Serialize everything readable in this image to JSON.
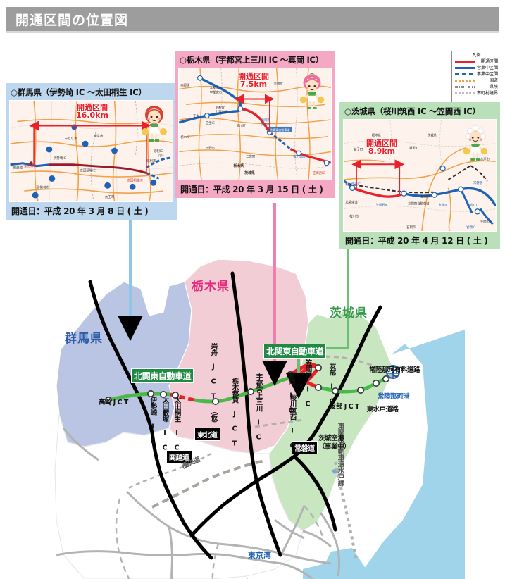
{
  "header": {
    "title": "開通区間の位置図"
  },
  "legend": {
    "title": "凡例",
    "items": [
      {
        "label": "開通区間",
        "color": "#e8212b",
        "style": "solid"
      },
      {
        "label": "営業中区間",
        "color": "#1f62b5",
        "style": "solid"
      },
      {
        "label": "事業中区間",
        "color": "#1f62b5",
        "style": "dashed"
      },
      {
        "label": "国道",
        "color": "#f3a04a",
        "style": "dotted"
      },
      {
        "label": "県境",
        "color": "#8b8b8b",
        "style": "dashdot"
      },
      {
        "label": "市町村境界",
        "color": "#bdbdbd",
        "style": "fine"
      }
    ]
  },
  "panels": [
    {
      "id": "gunma",
      "title": "○群馬県（伊勢崎 IC ～太田桐生 IC）",
      "section_label": "開通区間",
      "section_length": "16.0km",
      "date_label": "開通日：平成 20 年 3 月 8 日 ( 土 )",
      "bg_color": "#bdd7ee",
      "inset_ics": [
        "関越道",
        "駒寄PA",
        "伊勢崎IC",
        "太田藪塚IC",
        "太田桐生IC",
        "足利IC（仮）"
      ],
      "inset_towns": [
        "みどり市",
        "桐生市",
        "伊勢崎市",
        "太田市",
        "足利市"
      ]
    },
    {
      "id": "tochigi",
      "title": "○栃木県（宇都宮上三川 IC ～真岡 IC）",
      "section_label": "開通区間",
      "section_length": "7.5km",
      "date_label": "開通日：平成 20 年 3 月 15 日 ( 土 )",
      "bg_color": "#f4a8c3",
      "inset_ics": [
        "鹿沼IC",
        "宇都宮上三川IC",
        "上三川町",
        "真岡IC",
        "壬生IC",
        "栃木IC",
        "桜川筑西IC",
        "笠間西IC"
      ],
      "inset_towns": [
        "宇都宮市",
        "芳賀町",
        "益子町",
        "栃木県",
        "茨城県",
        "二宮町"
      ]
    },
    {
      "id": "ibaraki",
      "title": "○茨城県（桜川筑西 IC ～笠間西 IC）",
      "section_label": "開通区間",
      "section_length": "8.9km",
      "date_label": "開通日：平成 20 年 4 月 12 日 ( 土 )",
      "bg_color": "#b9e0b9",
      "inset_ics": [
        "桜川筑西IC",
        "笠間西IC",
        "友部IC",
        "友部JCT",
        "岩間IC"
      ],
      "inset_towns": [
        "栃木県",
        "茨城県",
        "益子町",
        "笠間市",
        "桜川市",
        "水戸市",
        "石岡市",
        "北関東自動車道"
      ]
    }
  ],
  "map": {
    "prefectures": [
      {
        "name": "群馬県",
        "color": "#2b5ba8"
      },
      {
        "name": "栃木県",
        "color": "#e8297e"
      },
      {
        "name": "茨城県",
        "color": "#3a9a4e"
      }
    ],
    "route_banners": [
      {
        "label": "北関東自動車道"
      },
      {
        "label": "北関東自動車道"
      }
    ],
    "expressway_boxes": [
      {
        "label": "関越道"
      },
      {
        "label": "東北道"
      },
      {
        "label": "常磐道"
      }
    ],
    "interchanges": [
      "高崎 J C T",
      "伊勢崎 I C",
      "太田藪塚 I C",
      "太田桐生 I C",
      "岩舟 J C T （仮）",
      "栃木都賀 J C T",
      "宇都宮上三川 I C",
      "真岡 I C",
      "桜川筑西 I C",
      "笠間西 I C",
      "友部 I C",
      "友部 J C T"
    ],
    "road_names": [
      "常陸那珂有料道路",
      "東水戸道路",
      "東関東自動車道水戸線",
      "圏央道"
    ],
    "places": [
      {
        "label": "常陸那珂港",
        "color": "#1f62b5"
      },
      {
        "label": "茨城空港",
        "color": "#111111"
      },
      {
        "label": "（事業中）",
        "color": "#111111"
      },
      {
        "label": "東京湾",
        "color": "#1f62b5"
      }
    ]
  }
}
